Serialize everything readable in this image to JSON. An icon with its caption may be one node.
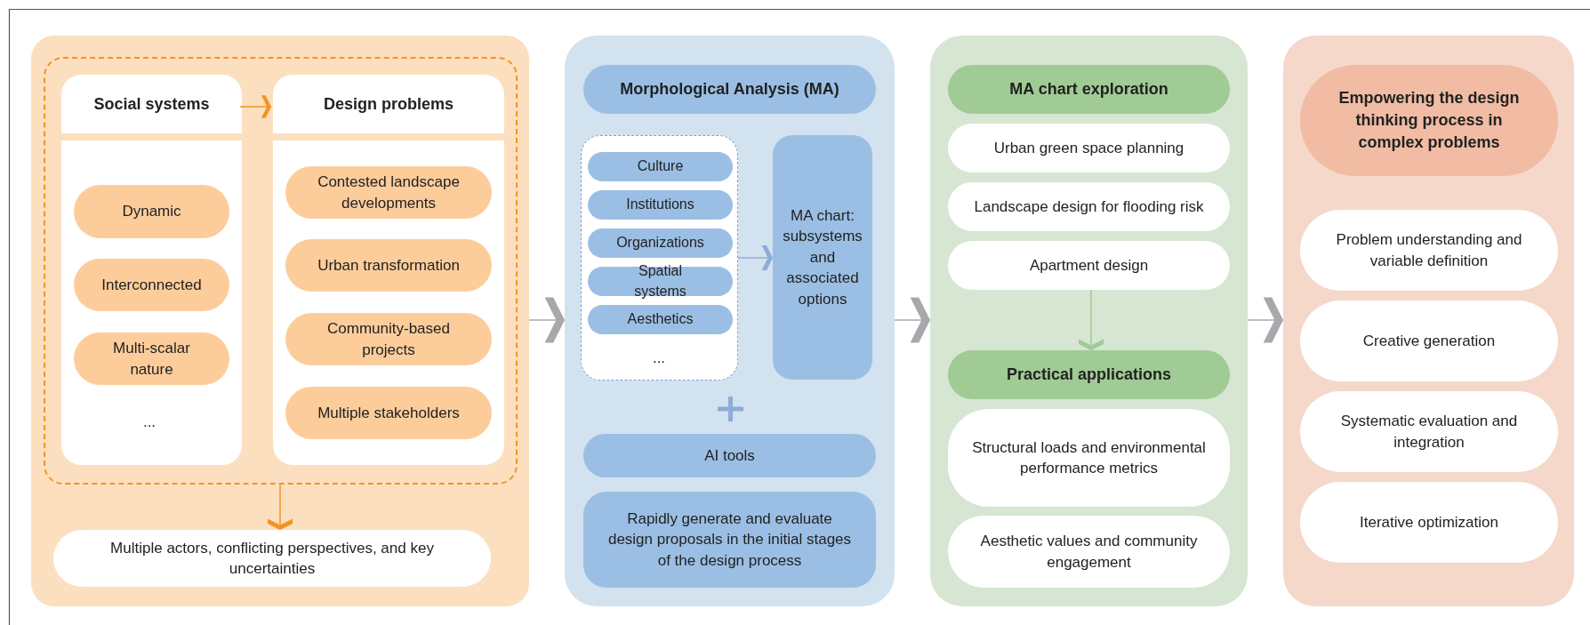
{
  "diagram": {
    "nodes": [
      {
        "text": [],
        "shape": "box"
      },
      {
        "text": [],
        "shape": "box",
        "in": 0
      },
      {
        "text": [
          "Social systems"
        ],
        "in": 1
      },
      {
        "text": [
          "Dynamic"
        ],
        "in": 2
      },
      {
        "text": [
          "Interconnected"
        ],
        "in": 2
      },
      {
        "text": [
          "Multi-scalar nature"
        ],
        "in": 2
      },
      {
        "text": [
          "Design problems"
        ],
        "in": 1
      },
      {
        "text": [
          "Contested landscape developments"
        ],
        "in": 6
      },
      {
        "text": [
          "Urban transformation"
        ],
        "in": 6
      },
      {
        "text": [
          "Community-based projects"
        ],
        "in": 6
      },
      {
        "text": [
          "Multiple stakeholders"
        ],
        "in": 6
      },
      {
        "text": [
          "Multiple actors, conflicting perspectives, and key uncertainties"
        ],
        "in": 0
      },
      {
        "text": [],
        "shape": "box"
      },
      {
        "text": [
          "Morphological Analysis (MA)"
        ],
        "in": 12
      },
      {
        "text": [],
        "shape": "box",
        "in": 12
      },
      {
        "text": [
          "Culture"
        ],
        "in": 14
      },
      {
        "text": [
          "Institutions"
        ],
        "in": 14
      },
      {
        "text": [
          "Organizations"
        ],
        "in": 14
      },
      {
        "text": [
          "Spatial systems"
        ],
        "in": 14
      },
      {
        "text": [
          "Aesthetics"
        ],
        "in": 14
      },
      {
        "text": [
          "MA chart: subsystems and associated options"
        ],
        "in": 12
      },
      {
        "text": [
          "AI tools"
        ],
        "in": 12
      },
      {
        "text": [
          "Rapidly generate and evaluate design proposals in the initial stages of the design process"
        ],
        "in": 12
      },
      {
        "text": [],
        "shape": "box"
      },
      {
        "text": [
          "MA chart exploration"
        ],
        "in": 23
      },
      {
        "text": [
          "Urban green space planning"
        ],
        "in": 23
      },
      {
        "text": [
          "Landscape design for flooding risk"
        ],
        "in": 23
      },
      {
        "text": [
          "Apartment design"
        ],
        "in": 23
      },
      {
        "text": [
          "Practical applications"
        ],
        "in": 23
      },
      {
        "text": [
          "Structural loads and environmental performance metrics"
        ],
        "in": 23
      },
      {
        "text": [
          "Aesthetic values and community engagement"
        ],
        "in": 23
      },
      {
        "text": [],
        "shape": "box"
      },
      {
        "text": [
          "Empowering the design thinking process in complex problems"
        ],
        "in": 31
      },
      {
        "text": [
          "Problem understanding and variable definition"
        ],
        "in": 31
      },
      {
        "text": [
          "Creative generation"
        ],
        "in": 31
      },
      {
        "text": [
          "Systematic evaluation and integration"
        ],
        "in": 31
      },
      {
        "text": [
          "Iterative optimization"
        ],
        "in": 31
      }
    ],
    "edges": [
      {
        "from": 2,
        "to": 6,
        "arrow": "to",
        "color": "#f39324"
      },
      {
        "from": 1,
        "to": 11,
        "arrow": "to",
        "color": "#f39324"
      },
      {
        "from": 0,
        "to": 12,
        "arrow": "to"
      },
      {
        "from": 14,
        "to": 20,
        "arrow": "to",
        "color": "#8eacd8"
      },
      {
        "from": 12,
        "to": 23,
        "arrow": "to"
      },
      {
        "from": 27,
        "to": 28,
        "arrow": "to",
        "color": "#9fcb95"
      },
      {
        "from": 23,
        "to": 31,
        "arrow": "to"
      }
    ],
    "labels": [
      "...",
      "..."
    ]
  }
}
